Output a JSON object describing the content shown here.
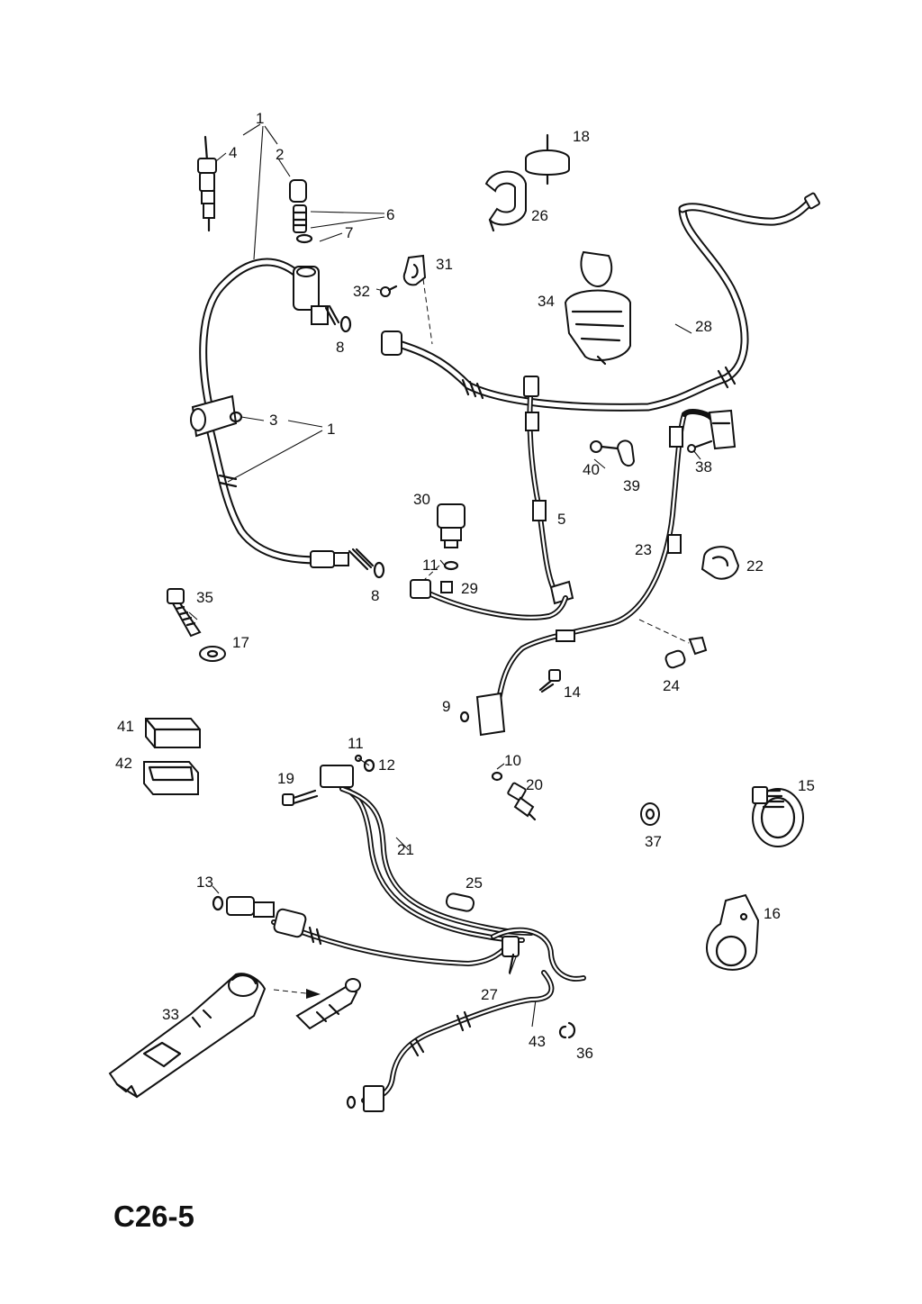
{
  "diagram_code": "C26-5",
  "callouts": [
    "1",
    "2",
    "3",
    "4",
    "5",
    "6",
    "7",
    "8",
    "9",
    "10",
    "11",
    "12",
    "13",
    "14",
    "15",
    "16",
    "17",
    "18",
    "19",
    "20",
    "21",
    "22",
    "23",
    "24",
    "25",
    "26",
    "27",
    "28",
    "29",
    "30",
    "31",
    "32",
    "33",
    "34",
    "35",
    "36",
    "37",
    "38",
    "39",
    "40",
    "41",
    "42",
    "43"
  ],
  "labels": [
    {
      "id": "l1a",
      "text": "1"
    },
    {
      "id": "l2",
      "text": "2"
    },
    {
      "id": "l4",
      "text": "4"
    },
    {
      "id": "l6",
      "text": "6"
    },
    {
      "id": "l7",
      "text": "7"
    },
    {
      "id": "l8a",
      "text": "8"
    },
    {
      "id": "l3",
      "text": "3"
    },
    {
      "id": "l1b",
      "text": "1"
    },
    {
      "id": "l8b",
      "text": "8"
    },
    {
      "id": "l18",
      "text": "18"
    },
    {
      "id": "l26",
      "text": "26"
    },
    {
      "id": "l31",
      "text": "31"
    },
    {
      "id": "l32",
      "text": "32"
    },
    {
      "id": "l34",
      "text": "34"
    },
    {
      "id": "l28",
      "text": "28"
    },
    {
      "id": "l40",
      "text": "40"
    },
    {
      "id": "l39",
      "text": "39"
    },
    {
      "id": "l38",
      "text": "38"
    },
    {
      "id": "l30",
      "text": "30"
    },
    {
      "id": "l5",
      "text": "5"
    },
    {
      "id": "l11a",
      "text": "11"
    },
    {
      "id": "l29",
      "text": "29"
    },
    {
      "id": "l23",
      "text": "23"
    },
    {
      "id": "l22",
      "text": "22"
    },
    {
      "id": "l35",
      "text": "35"
    },
    {
      "id": "l17",
      "text": "17"
    },
    {
      "id": "l24",
      "text": "24"
    },
    {
      "id": "l14",
      "text": "14"
    },
    {
      "id": "l9",
      "text": "9"
    },
    {
      "id": "l41",
      "text": "41"
    },
    {
      "id": "l42",
      "text": "42"
    },
    {
      "id": "l11b",
      "text": "11"
    },
    {
      "id": "l12",
      "text": "12"
    },
    {
      "id": "l10",
      "text": "10"
    },
    {
      "id": "l19",
      "text": "19"
    },
    {
      "id": "l20",
      "text": "20"
    },
    {
      "id": "l21",
      "text": "21"
    },
    {
      "id": "l15",
      "text": "15"
    },
    {
      "id": "l37",
      "text": "37"
    },
    {
      "id": "l13",
      "text": "13"
    },
    {
      "id": "l25",
      "text": "25"
    },
    {
      "id": "l16",
      "text": "16"
    },
    {
      "id": "l33",
      "text": "33"
    },
    {
      "id": "l27",
      "text": "27"
    },
    {
      "id": "l43",
      "text": "43"
    },
    {
      "id": "l36",
      "text": "36"
    }
  ]
}
